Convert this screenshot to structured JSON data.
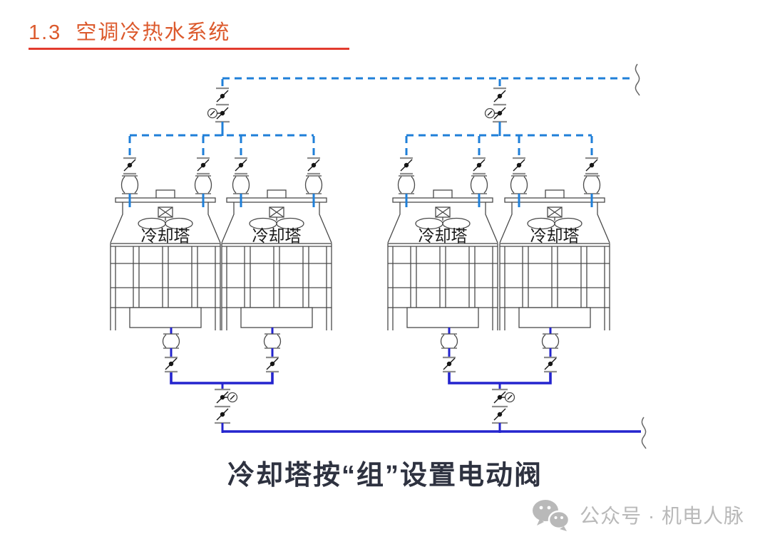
{
  "slide": {
    "title": "1.3  空调冷热水系统",
    "caption": "冷却塔按“组”设置电动阀"
  },
  "diagram": {
    "towers": [
      {
        "label": "冷却塔"
      },
      {
        "label": "冷却塔"
      },
      {
        "label": "冷却塔"
      },
      {
        "label": "冷却塔"
      }
    ],
    "colors": {
      "supply_pipe_dashed_blue": "#1f7fd8",
      "return_pipe_solid_blue": "#2424ce",
      "equipment_outline_gray": "#4a4a4a",
      "flange_gray": "#8f8f8f",
      "valve_black": "#161616",
      "title_orange": "#dc5a2d",
      "underline_red": "#e23b2e",
      "caption_dark": "#2e3240",
      "watermark_gray": "#b9b9b9"
    }
  },
  "watermark": {
    "icon": "wechat-icon",
    "text": "公众号 · 机电人脉"
  }
}
